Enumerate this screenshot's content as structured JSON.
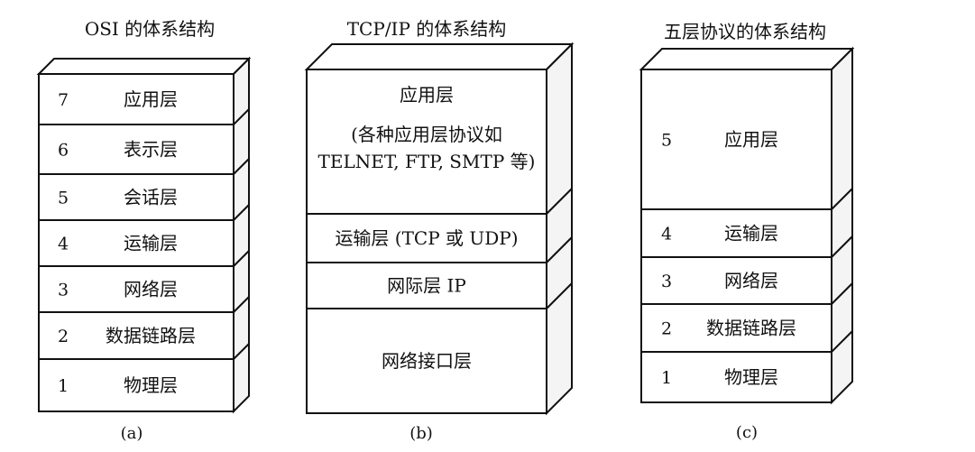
{
  "diagram": {
    "stacks": [
      {
        "title": "OSI 的体系结构",
        "caption": "(a)",
        "layers": [
          {
            "number": "7",
            "name": "应用层"
          },
          {
            "number": "6",
            "name": "表示层"
          },
          {
            "number": "5",
            "name": "会话层"
          },
          {
            "number": "4",
            "name": "运输层"
          },
          {
            "number": "3",
            "name": "网络层"
          },
          {
            "number": "2",
            "name": "数据链路层"
          },
          {
            "number": "1",
            "name": "物理层"
          }
        ]
      },
      {
        "title": "TCP/IP 的体系结构",
        "caption": "(b)",
        "layers": [
          {
            "number": "",
            "name": "应用层",
            "lines": [
              "(各种应用层协议如",
              "TELNET, FTP, SMTP 等)"
            ]
          },
          {
            "number": "",
            "name": "运输层 (TCP 或 UDP)"
          },
          {
            "number": "",
            "name": "网际层 IP"
          },
          {
            "number": "",
            "name": "网络接口层"
          }
        ]
      },
      {
        "title": "五层协议的体系结构",
        "caption": "(c)",
        "layers": [
          {
            "number": "5",
            "name": "应用层"
          },
          {
            "number": "4",
            "name": "运输层"
          },
          {
            "number": "3",
            "name": "网络层"
          },
          {
            "number": "2",
            "name": "数据链路层"
          },
          {
            "number": "1",
            "name": "物理层"
          }
        ]
      }
    ]
  }
}
